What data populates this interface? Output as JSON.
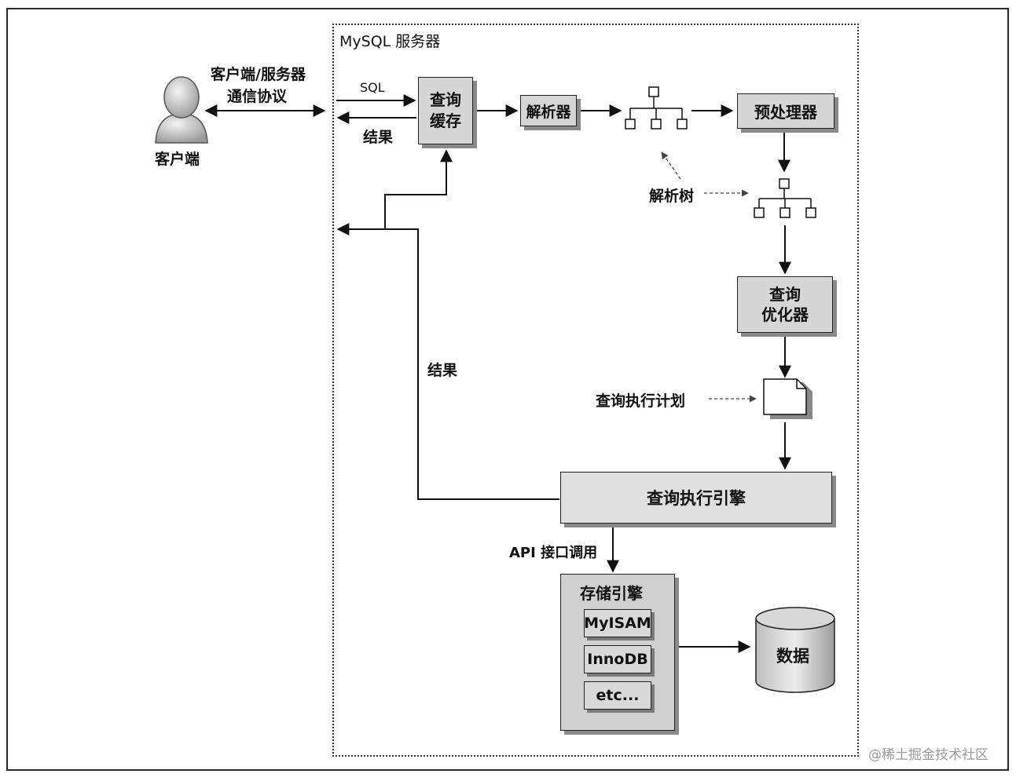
{
  "client": {
    "label": "客户端",
    "protocol_line1": "客户端/服务器",
    "protocol_line2": "通信协议"
  },
  "server": {
    "title": "MySQL 服务器"
  },
  "labels": {
    "sql": "SQL",
    "result_top": "结果",
    "result_mid": "结果",
    "parse_tree": "解析树",
    "exec_plan": "查询执行计划",
    "api": "API 接口调用"
  },
  "components": {
    "query_cache_line1": "查询",
    "query_cache_line2": "缓存",
    "parser": "解析器",
    "preprocessor": "预处理器",
    "optimizer_line1": "查询",
    "optimizer_line2": "优化器",
    "exec_engine": "查询执行引擎",
    "storage_title": "存储引擎",
    "engines": [
      "MyISAM",
      "InnoDB",
      "etc..."
    ],
    "data": "数据"
  },
  "watermark": "@稀土掘金技术社区"
}
